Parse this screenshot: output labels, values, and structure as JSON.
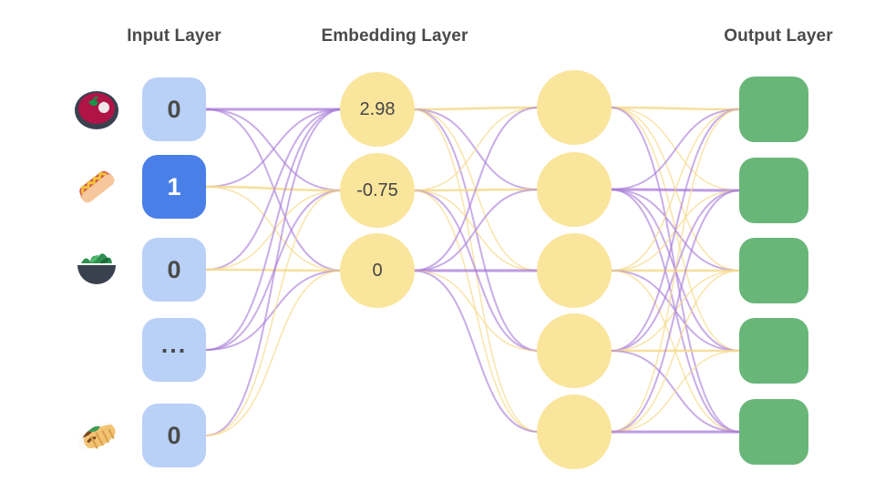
{
  "diagram": {
    "title_input": "Input Layer",
    "title_embedding": "Embedding Layer",
    "title_output": "Output Layer",
    "colors": {
      "input_off": "#b9d0f7",
      "input_on": "#4a7fe8",
      "embedding": "#fae59c",
      "hidden": "#fae59c",
      "output": "#69b679",
      "edge_purple": "#a87ad8",
      "edge_yellow": "#f5d98b",
      "text_dark": "#4a4a4a",
      "background": "#ffffff"
    }
  },
  "input_layer": {
    "label": "Input Layer",
    "items": [
      {
        "icon": "stew-bowl-icon",
        "value": "0",
        "active": false
      },
      {
        "icon": "hot-dog-icon",
        "value": "1",
        "active": true
      },
      {
        "icon": "green-salad-icon",
        "value": "0",
        "active": false
      },
      {
        "icon": "none",
        "value": "...",
        "active": false
      },
      {
        "icon": "burrito-icon",
        "value": "0",
        "active": false
      }
    ]
  },
  "embedding_layer": {
    "label": "Embedding Layer",
    "nodes": [
      {
        "value": "2.98"
      },
      {
        "value": "-0.75"
      },
      {
        "value": "0"
      }
    ]
  },
  "hidden_layer": {
    "nodes": [
      {
        "value": ""
      },
      {
        "value": ""
      },
      {
        "value": ""
      },
      {
        "value": ""
      },
      {
        "value": ""
      }
    ]
  },
  "output_layer": {
    "label": "Output Layer",
    "nodes": [
      {
        "value": ""
      },
      {
        "value": ""
      },
      {
        "value": ""
      },
      {
        "value": ""
      },
      {
        "value": ""
      }
    ]
  }
}
